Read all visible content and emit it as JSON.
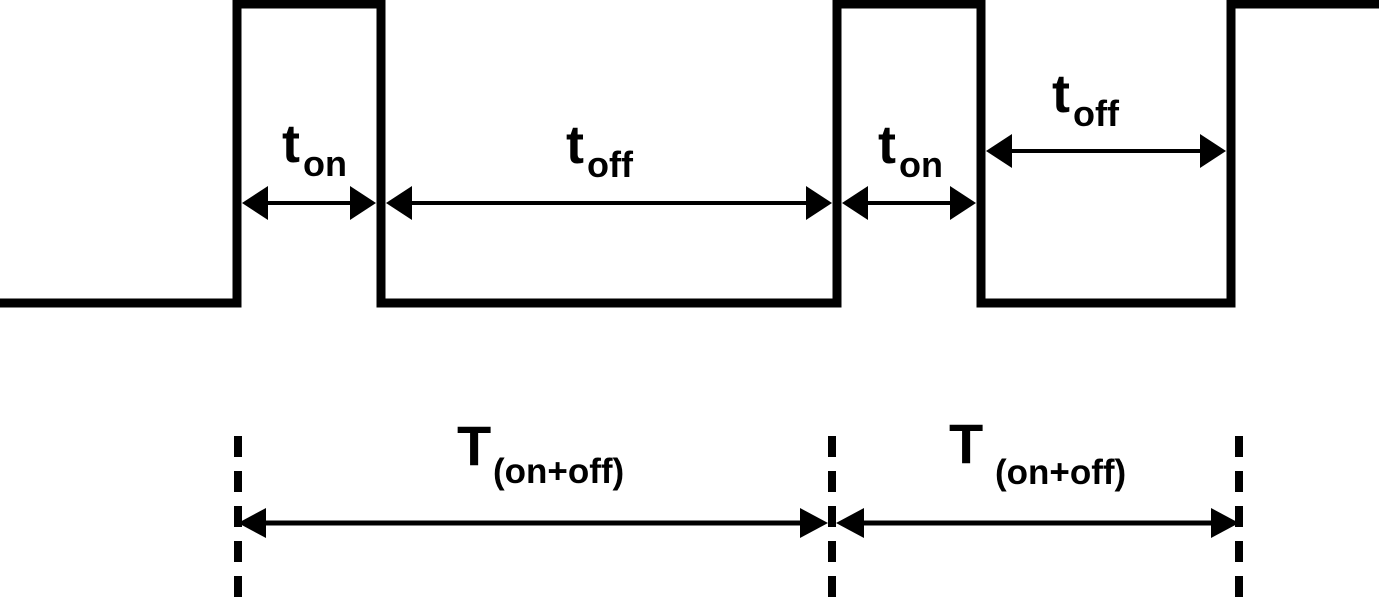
{
  "colors": {
    "ink": "#000000",
    "background": "#ffffff"
  },
  "labels": {
    "ton1": {
      "main": "t",
      "sub": "on"
    },
    "toff1": {
      "main": "t",
      "sub": "off"
    },
    "ton2": {
      "main": "t",
      "sub": "on"
    },
    "toff2": {
      "main": "t",
      "sub": "off"
    },
    "period1": {
      "main": "T",
      "sub": "(on+off)"
    },
    "period2": {
      "main": "T",
      "sub": "(on+off)"
    }
  }
}
